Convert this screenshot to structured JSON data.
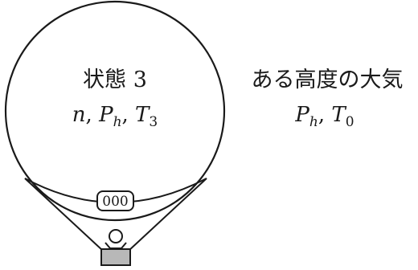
{
  "balloon": {
    "state_label": "状態 3",
    "state_vars": {
      "n": "n",
      "P": "P",
      "P_sub": "h",
      "T": "T",
      "T_sub": "3",
      "sep": ", "
    },
    "heater_text": "000"
  },
  "atmosphere": {
    "label": "ある高度の大気",
    "vars": {
      "P": "P",
      "P_sub": "h",
      "T": "T",
      "T_sub": "0",
      "sep": ", "
    }
  },
  "colors": {
    "line": "#1a1a1a",
    "basket_fill": "#b8b8b8"
  }
}
